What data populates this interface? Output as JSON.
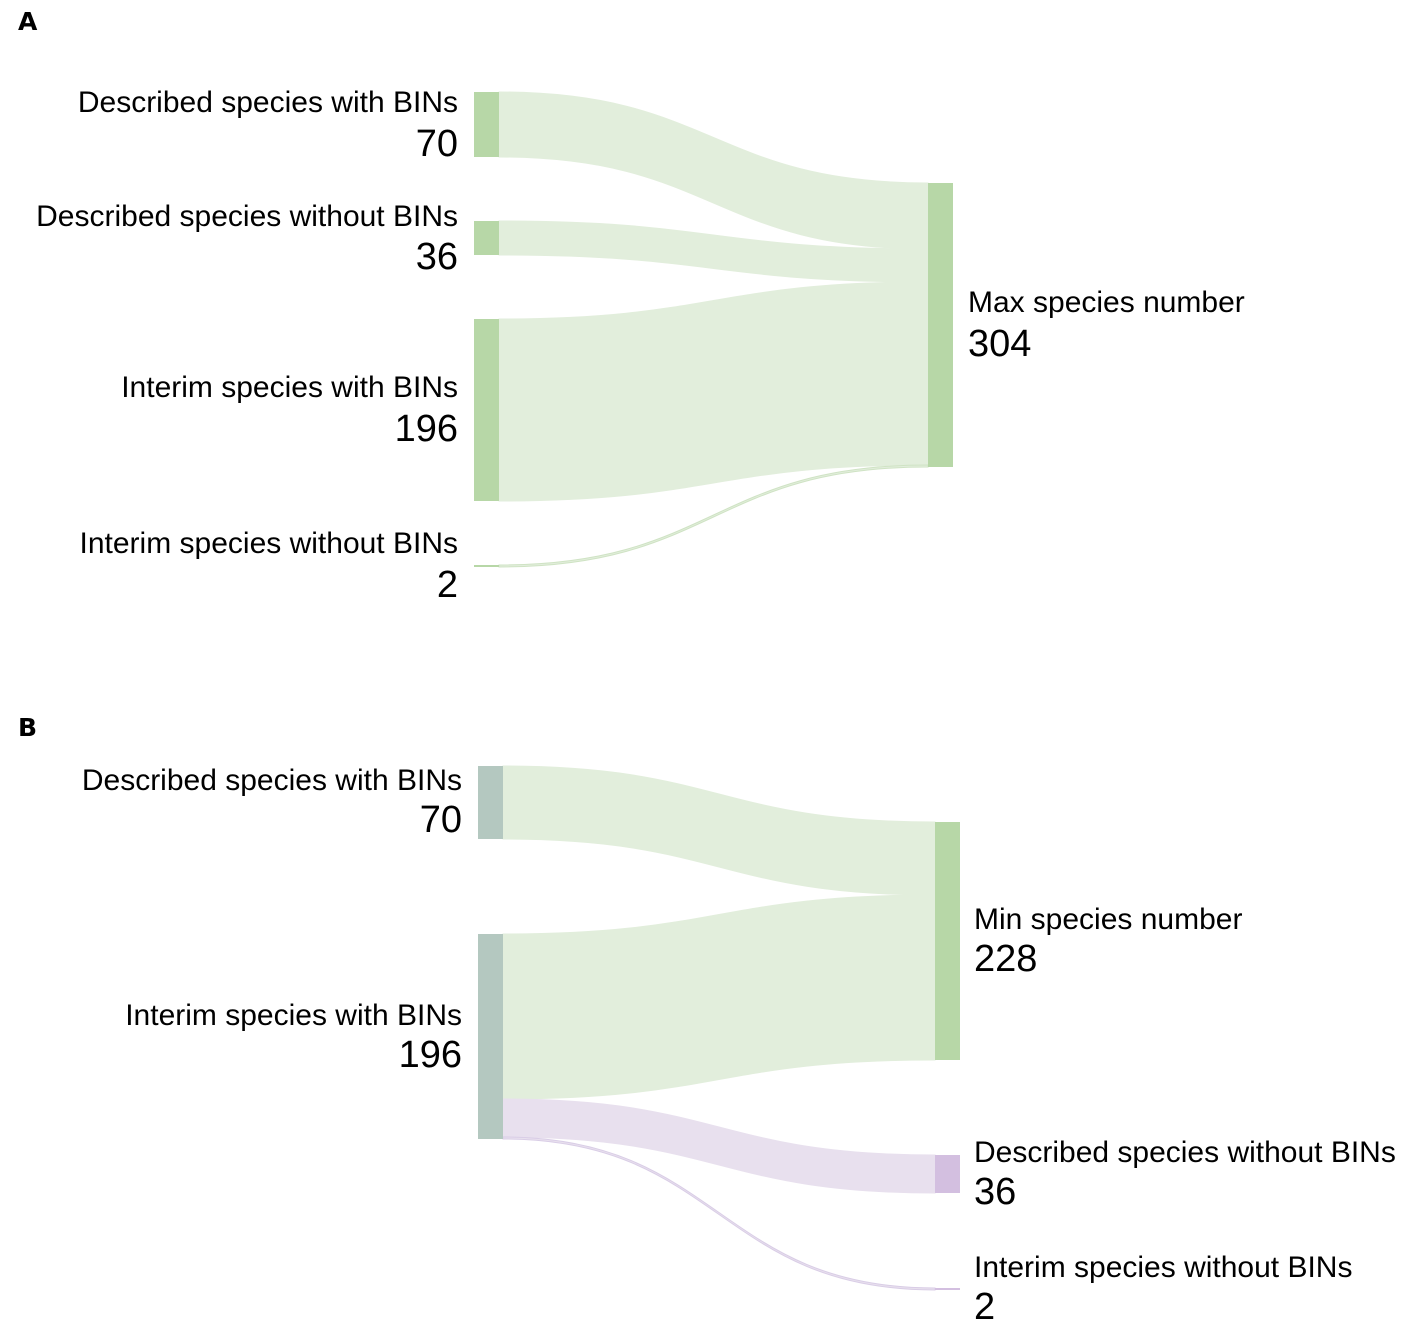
{
  "panels": [
    {
      "letter": "A",
      "colors": {
        "node": "#b7d7a7",
        "link": "#e2eedc"
      },
      "sources": [
        {
          "name": "Described species with BINs",
          "value": "70"
        },
        {
          "name": "Described species without BINs",
          "value": "36"
        },
        {
          "name": "Interim species with BINs",
          "value": "196"
        },
        {
          "name": "Interim species without BINs",
          "value": "2"
        }
      ],
      "targets": [
        {
          "name": "Max species number",
          "value": "304"
        }
      ],
      "links": [
        {
          "source": 0,
          "target": 0,
          "value": 70
        },
        {
          "source": 1,
          "target": 0,
          "value": 36
        },
        {
          "source": 2,
          "target": 0,
          "value": 196
        },
        {
          "source": 3,
          "target": 0,
          "value": 2
        }
      ]
    },
    {
      "letter": "B",
      "colors": {
        "source_node": "#b4c8c0",
        "green_node": "#b7d7a7",
        "green_link": "#e2eedc",
        "purple_node": "#d3bfe0",
        "purple_link": "#e8e0ee"
      },
      "sources": [
        {
          "name": "Described species with BINs",
          "value": "70"
        },
        {
          "name": "Interim species with BINs",
          "value": "196"
        }
      ],
      "targets": [
        {
          "name": "Min species number",
          "value": "228"
        },
        {
          "name": "Described species without BINs",
          "value": "36"
        },
        {
          "name": "Interim species without BINs",
          "value": "2"
        }
      ],
      "links": [
        {
          "source": 0,
          "target": 0,
          "value": 70
        },
        {
          "source": 1,
          "target": 0,
          "value": 158
        },
        {
          "source": 1,
          "target": 1,
          "value": 36
        },
        {
          "source": 1,
          "target": 2,
          "value": 2
        }
      ]
    }
  ]
}
